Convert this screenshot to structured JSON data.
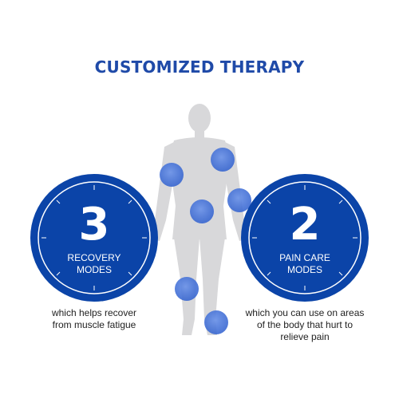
{
  "title": "CUSTOMIZED THERAPY",
  "left_badge": {
    "number": "3",
    "line1": "RECOVERY",
    "line2": "MODES"
  },
  "right_badge": {
    "number": "2",
    "line1": "PAIN CARE",
    "line2": "MODES"
  },
  "left_caption": {
    "line1": "which helps recover",
    "line2": "from muscle fatigue"
  },
  "right_caption": {
    "line1": "which you can use on areas",
    "line2": "of the body that hurt to",
    "line3": "relieve pain"
  },
  "colors": {
    "brand_blue": "#1f4aa8",
    "badge_blue": "#0b44a8",
    "silhouette": "#d6d6d8",
    "spot": "#3f6fd6"
  }
}
